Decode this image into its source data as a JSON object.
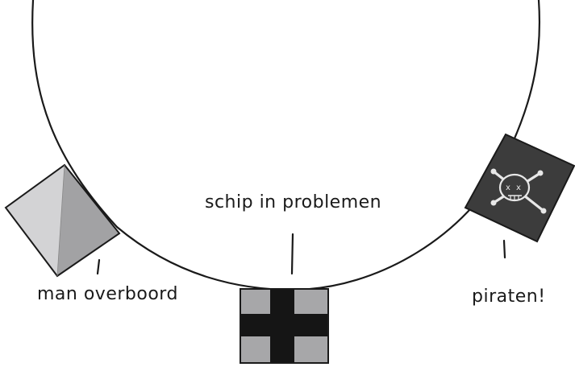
{
  "flags": {
    "distress": {
      "label": "schip in problemen"
    },
    "man_overboard": {
      "label": "man overboord"
    },
    "pirates": {
      "label": "piraten!"
    }
  },
  "colors": {
    "line": "#1a1a1a",
    "light_gray": "#d3d3d5",
    "mid_gray": "#a2a2a4",
    "dark_flag": "#3c3c3c",
    "cross": "#151515",
    "skull": "#e8e8e8"
  },
  "icons": {
    "man_overboard_flag": "diagonal-split-flag-icon",
    "distress_flag": "black-cross-flag-icon",
    "pirate_flag": "skull-and-crossbones-flag-icon"
  }
}
